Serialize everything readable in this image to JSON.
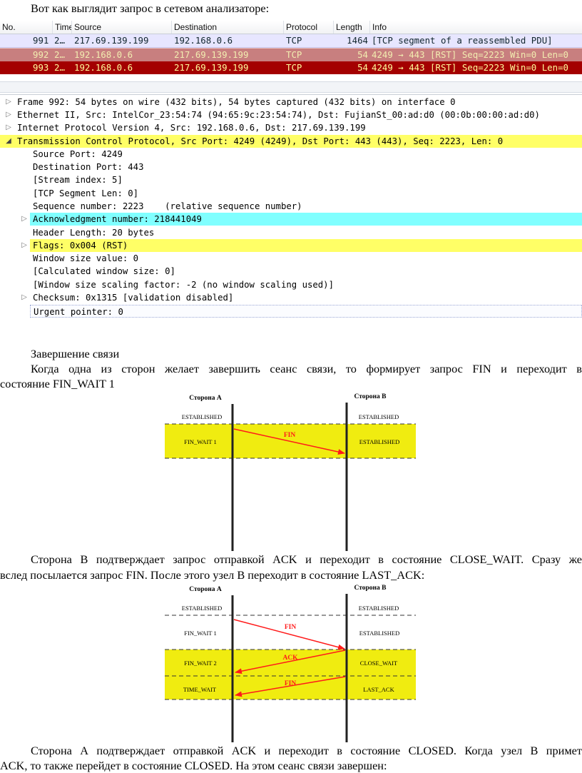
{
  "intro_text": "Вот как выглядит запрос в сетевом анализаторе:",
  "packet_list": {
    "columns": [
      "No.",
      "Time",
      "Source",
      "Destination",
      "Protocol",
      "Length",
      "Info"
    ],
    "rows": [
      {
        "no": "991",
        "time": "2…",
        "source": "217.69.139.199",
        "destination": "192.168.0.6",
        "protocol": "TCP",
        "length": "1464",
        "info": "[TCP segment of a reassembled PDU]"
      },
      {
        "no": "992",
        "time": "2…",
        "source": "192.168.0.6",
        "destination": "217.69.139.199",
        "protocol": "TCP",
        "length": "54",
        "info": "4249 → 443 [RST] Seq=2223 Win=0 Len=0"
      },
      {
        "no": "993",
        "time": "2…",
        "source": "192.168.0.6",
        "destination": "217.69.139.199",
        "protocol": "TCP",
        "length": "54",
        "info": "4249 → 443 [RST] Seq=2223 Win=0 Len=0"
      }
    ],
    "row_colors": {
      "normal_bg": "#e7e6ff",
      "rst_bg": "#a40000",
      "rst_fg": "#fffc9c"
    }
  },
  "detail_tree": {
    "frame": "Frame 992: 54 bytes on wire (432 bits), 54 bytes captured (432 bits) on interface 0",
    "ethernet": "Ethernet II, Src: IntelCor_23:54:74 (94:65:9c:23:54:74), Dst: FujianSt_00:ad:d0 (00:0b:00:00:ad:d0)",
    "ip": "Internet Protocol Version 4, Src: 192.168.0.6, Dst: 217.69.139.199",
    "tcp": "Transmission Control Protocol, Src Port: 4249 (4249), Dst Port: 443 (443), Seq: 2223, Len: 0",
    "source_port": "Source Port: 4249",
    "destination_port": "Destination Port: 443",
    "stream_index": "[Stream index: 5]",
    "segment_len": "[TCP Segment Len: 0]",
    "sequence_number": "Sequence number: 2223    (relative sequence number)",
    "ack_number": "Acknowledgment number: 218441049",
    "header_length": "Header Length: 20 bytes",
    "flags": "Flags: 0x004 (RST)",
    "window_size": "Window size value: 0",
    "calc_window": "[Calculated window size: 0]",
    "window_scaling": "[Window size scaling factor: -2 (no window scaling used)]",
    "checksum": "Checksum: 0x1315 [validation disabled]",
    "urgent_pointer": "Urgent pointer: 0",
    "colors": {
      "yellow": "#ffff66",
      "cyan": "#80ffff"
    }
  },
  "section": {
    "heading": "Завершение связи",
    "p1_line1": "Когда одна из сторон желает завершить сеанс связи, то формирует запрос FIN и переходит в",
    "p1_line2": "состояние FIN_WAIT 1",
    "p2_line1": "Сторона В подтверждает запрос отправкой ACK и переходит в состояние CLOSE_WAIT. Сразу же",
    "p2_line2": "вслед посылается запрос FIN. После этого узел В переходит в состояние LAST_ACK:",
    "p3_line1": "Сторона А подтверждает отправкой ACK и переходит в состояние CLOSED. Когда узел В примет",
    "p3_line2": "ACK, то также перейдет в состояние CLOSED. На этом сеанс связи завершен:"
  },
  "diagram1": {
    "side_a": "Сторона A",
    "side_b": "Сторона B",
    "a_states": [
      "ESTABLISHED",
      "FIN_WAIT 1"
    ],
    "b_states": [
      "ESTABLISHED",
      "ESTABLISHED"
    ],
    "msg": "FIN"
  },
  "diagram2": {
    "side_a": "Сторона A",
    "side_b": "Сторона B",
    "a_states": [
      "ESTABLISHED",
      "FIN_WAIT 1",
      "FIN_WAIT 2",
      "TIME_WAIT"
    ],
    "b_states": [
      "ESTABLISHED",
      "ESTABLISHED",
      "CLOSE_WAIT",
      "LAST_ACK"
    ],
    "msgs": [
      "FIN",
      "ACK",
      "FIN"
    ]
  },
  "diagram_colors": {
    "band": "#f0ec10",
    "arrow": "#ff1a1a",
    "line": "#222222"
  }
}
